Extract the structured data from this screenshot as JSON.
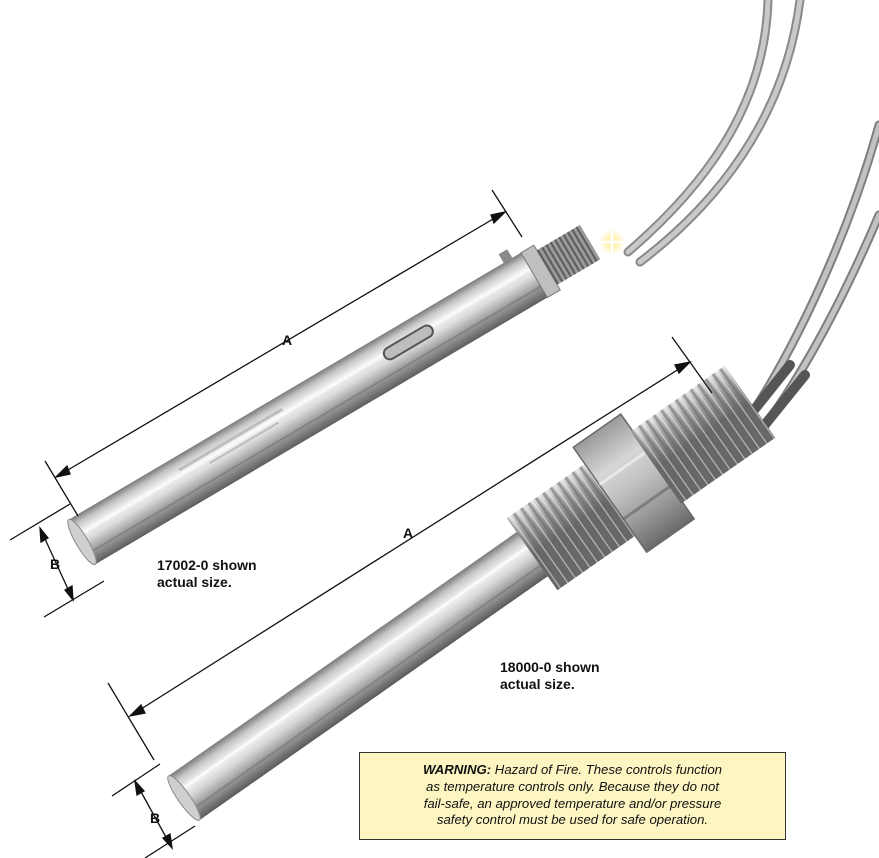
{
  "dimensions": {
    "heater1_length": "A",
    "heater1_diameter": "B",
    "heater2_length": "A",
    "heater2_diameter": "B"
  },
  "captions": {
    "heater1": {
      "line1": "17002-0 shown",
      "line2": "actual size."
    },
    "heater2": {
      "line1": "18000-0 shown",
      "line2": "actual size."
    }
  },
  "warning": {
    "title": "WARNING:",
    "body_line1": " Hazard of Fire. These controls function",
    "body_line2": "as temperature controls only. Because they do not",
    "body_line3": "fail-safe, an approved temperature and/or pressure",
    "body_line4": "safety control must be used for safe operation."
  },
  "colors": {
    "warning_background": "#fdf6c3",
    "steel_light": "#f0f0f0",
    "steel_mid": "#b9b9b9",
    "steel_dark": "#6e6e6e",
    "wire": "#a8a8a8"
  }
}
